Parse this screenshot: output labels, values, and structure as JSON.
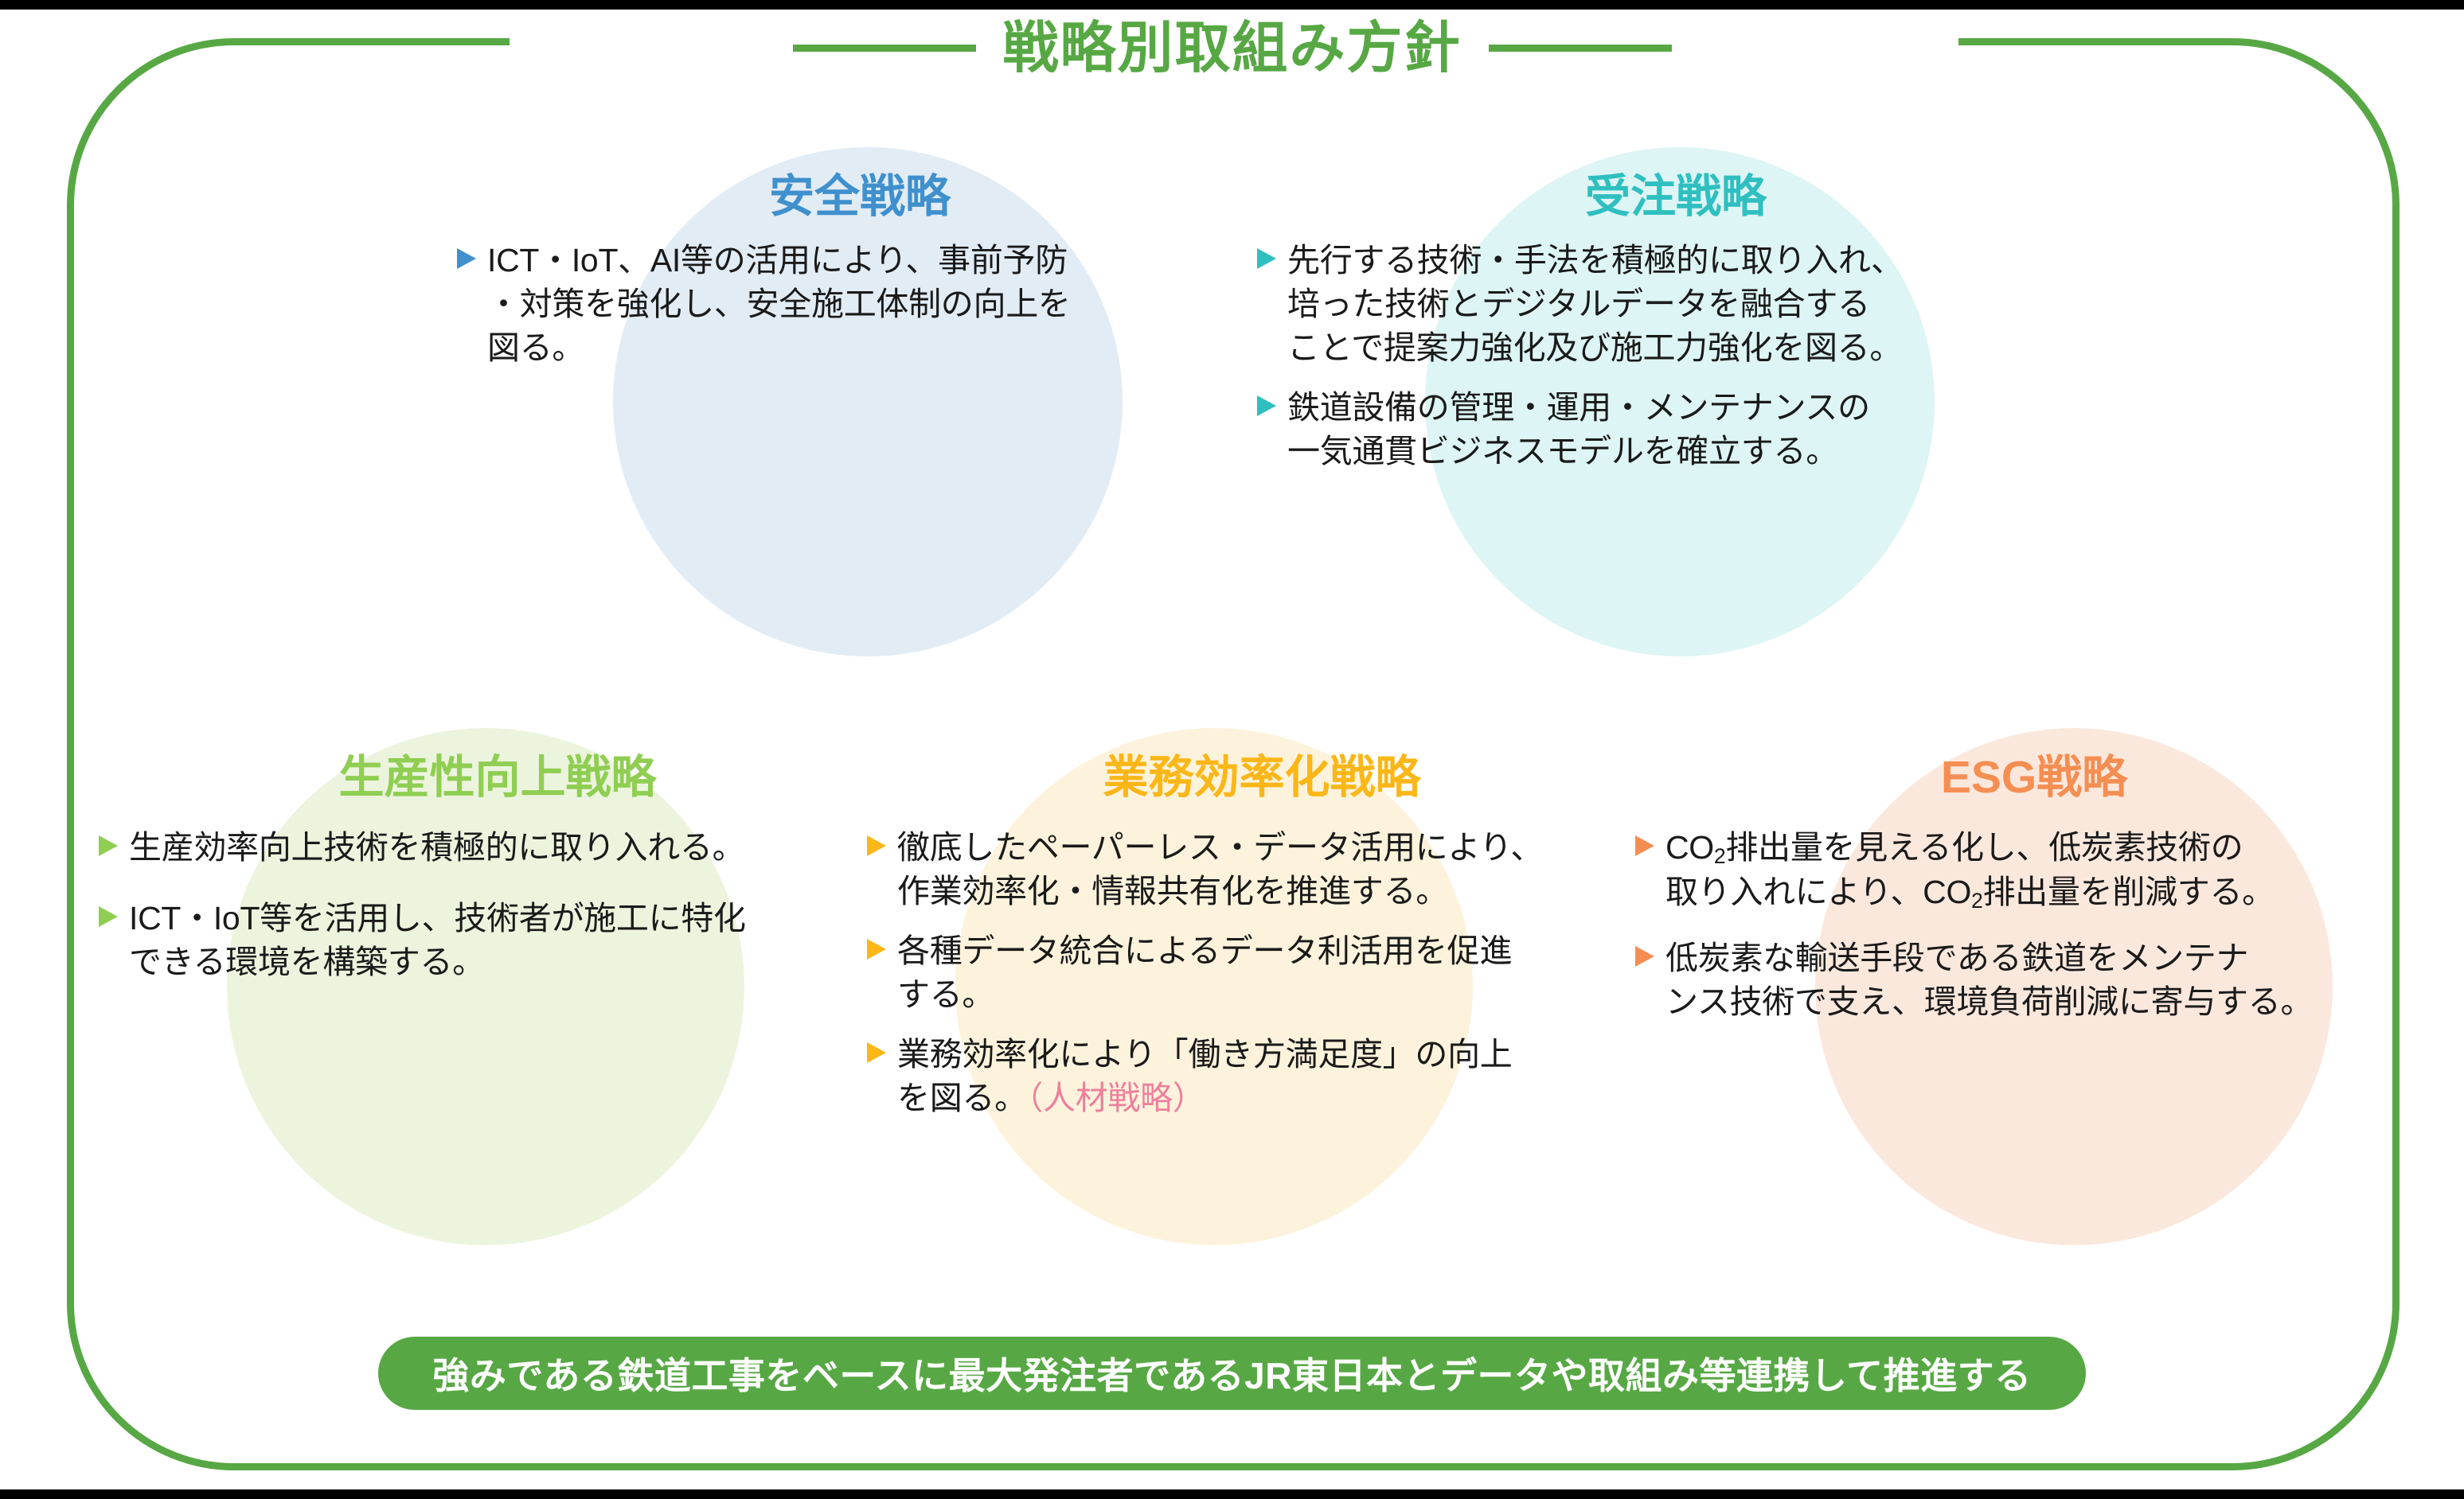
{
  "title": {
    "text": "戦略別取組み方針",
    "color": "#57a844"
  },
  "frame": {
    "color": "#57a844"
  },
  "strategies": [
    {
      "id": "safety",
      "name": "安全戦略",
      "title_color": "#3f90cd",
      "circle_color": "#e2ecf5",
      "marker_color": "#3f90cd",
      "bullets": [
        {
          "text": "ICT・IoT、AI等の活用により、事前予防\n・対策を強化し、安全施工体制の向上を\n図る。"
        }
      ]
    },
    {
      "id": "orders",
      "name": "受注戦略",
      "title_color": "#2fbfc0",
      "circle_color": "#ddf5f4",
      "marker_color": "#2fbfc0",
      "bullets": [
        {
          "text": "先行する技術・手法を積極的に取り入れ、\n培った技術とデジタルデータを融合する\nことで提案力強化及び施工力強化を図る。"
        },
        {
          "text": "鉄道設備の管理・運用・メンテナンスの\n一気通貫ビジネスモデルを確立する。"
        }
      ]
    },
    {
      "id": "productivity",
      "name": "生産性向上戦略",
      "title_color": "#8fce52",
      "circle_color": "#ecf4de",
      "marker_color": "#8fce52",
      "bullets": [
        {
          "text": "生産効率向上技術を積極的に取り入れる。"
        },
        {
          "text": "ICT・IoT等を活用し、技術者が施工に特化\nできる環境を構築する。"
        }
      ]
    },
    {
      "id": "efficiency",
      "name": "業務効率化戦略",
      "title_color": "#fbb618",
      "circle_color": "#fdf3dc",
      "marker_color": "#fbb618",
      "bullets": [
        {
          "text": "徹底したペーパーレス・データ活用により、\n作業効率化・情報共有化を推進する。"
        },
        {
          "text": "各種データ統合によるデータ利活用を促進\nする。"
        },
        {
          "text": "業務効率化により「働き方満足度」の向上\nを図る。",
          "note": "（人材戦略）",
          "note_color": "#ef7f9c"
        }
      ]
    },
    {
      "id": "esg",
      "name": "ESG戦略",
      "title_color": "#f58e52",
      "circle_color": "#fbe8dd",
      "marker_color": "#f58e52",
      "bullets": [
        {
          "html": "CO<sub>2</sub>排出量を見える化し、低炭素技術の<br>取り入れにより、CO<sub>2</sub>排出量を削減する。"
        },
        {
          "text": "低炭素な輸送手段である鉄道をメンテナ\nンス技術で支え、環境負荷削減に寄与する。"
        }
      ]
    }
  ],
  "banner": {
    "text": "強みである鉄道工事をベースに最大発注者であるJR東日本とデータや取組み等連携して推進する",
    "background": "#57a844",
    "text_color": "#ffffff"
  }
}
